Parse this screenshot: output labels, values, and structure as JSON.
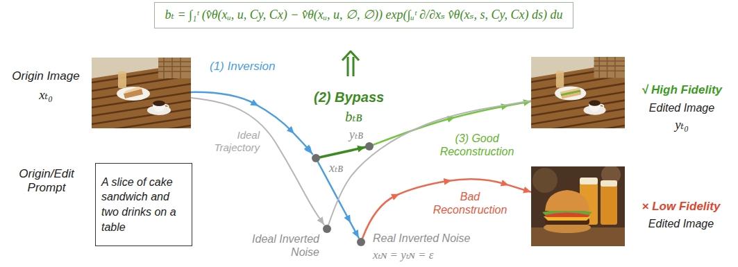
{
  "diagram": {
    "nodes": [
      {
        "text": [
          "bₜ = ∫₁ᵗ (v̂θ(xᵤ, u, Cy, Cx) − v̂θ(xᵤ, u, ∅, ∅)) exp(∫ᵤᵗ ∂/∂xₛ v̂θ(xₛ, s, Cy, Cx) ds) du"
        ]
      },
      {
        "text": [
          "Origin Image",
          "xₜ₀"
        ]
      },
      {
        "text": [
          "Origin/Edit Prompt",
          "A slice of cake sandwich and two drinks on a table"
        ]
      },
      {
        "text": [
          "xₜʙ"
        ]
      },
      {
        "text": [
          "yₜʙ"
        ]
      },
      {
        "text": [
          "Ideal Inverted Noise"
        ]
      },
      {
        "text": [
          "Real Inverted Noise",
          "xₜɴ = yₜɴ = ε"
        ]
      },
      {
        "text": [
          "√ High Fidelity",
          "Edited Image",
          "yₜ₀"
        ]
      },
      {
        "text": [
          "× Low Fidelity",
          "Edited Image"
        ]
      }
    ],
    "edges": [
      {
        "from": 1,
        "to": 3,
        "arrow": "to",
        "label": "(1) Inversion"
      },
      {
        "from": 3,
        "to": 6,
        "arrow": "to"
      },
      {
        "from": 3,
        "to": 4,
        "arrow": "to"
      },
      {
        "from": 4,
        "to": 7,
        "arrow": "to",
        "label": "(3) Good Reconstruction"
      },
      {
        "from": 6,
        "to": 8,
        "arrow": "to",
        "label": "Bad Reconstruction"
      },
      {
        "from": 1,
        "to": 5,
        "arrow": "to",
        "label": "Ideal Trajectory"
      },
      {
        "from": 5,
        "to": 7,
        "arrow": "none"
      }
    ],
    "labels": [
      "(2) Bypass",
      "bₜʙ"
    ]
  }
}
